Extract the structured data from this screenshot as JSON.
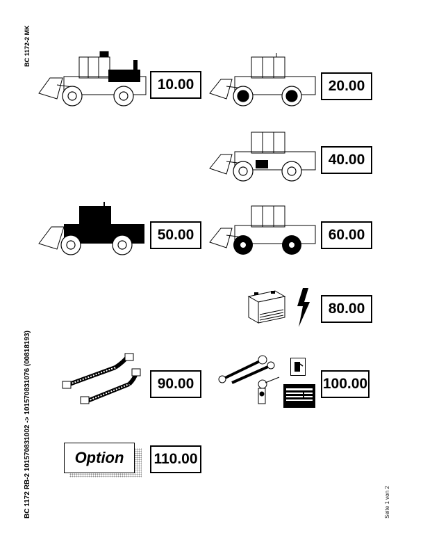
{
  "header_left": "BC 1172-2 MK",
  "side_label": "BC 1172 RB-2 101570831002 -> 101570831076 (00818193)",
  "page_label": "Seite 1 von 2",
  "codes": {
    "c10": "10.00",
    "c20": "20.00",
    "c40": "40.00",
    "c50": "50.00",
    "c60": "60.00",
    "c80": "80.00",
    "c90": "90.00",
    "c100": "100.00",
    "c110": "110.00"
  },
  "option_label": "Option",
  "icons": {
    "machine": "compactor-icon",
    "battery": "battery-icon",
    "lightning": "lightning-icon",
    "hoses": "hydraulic-hose-icon",
    "tools": "wrench-icon",
    "keys": "key-icon",
    "fuel": "fuel-pump-icon",
    "plate": "type-plate-icon"
  }
}
